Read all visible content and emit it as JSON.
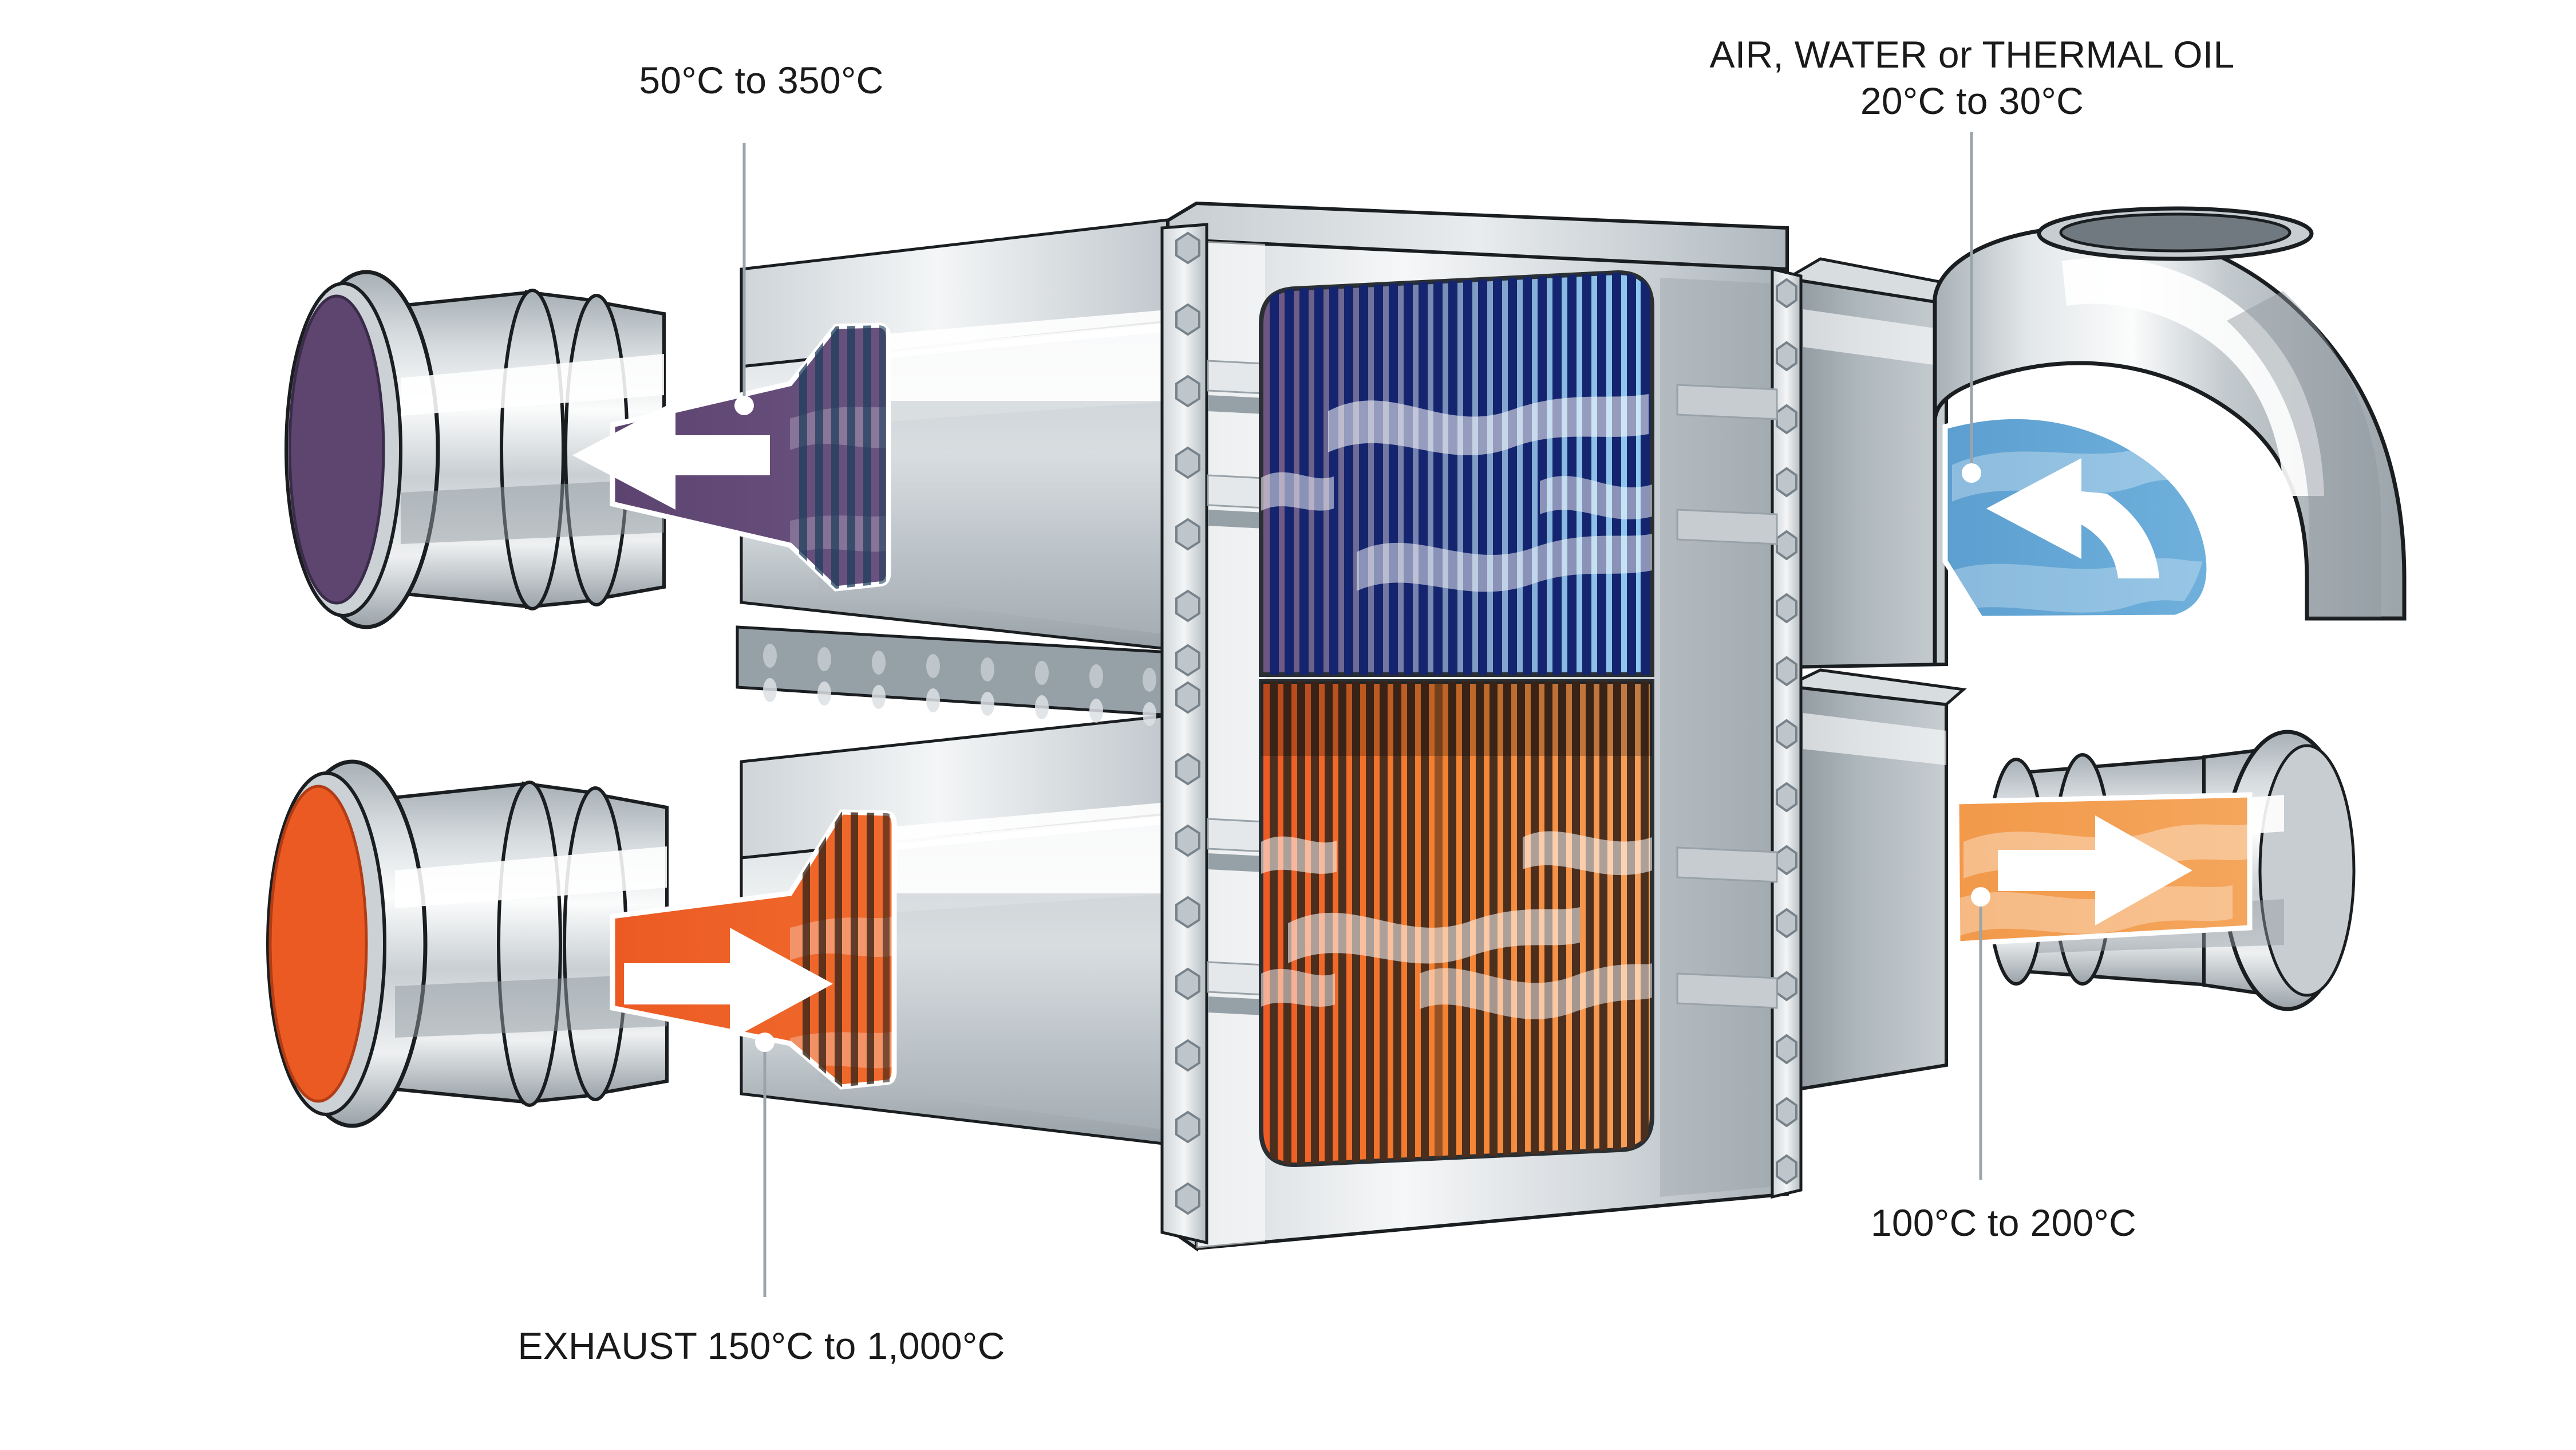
{
  "diagram": {
    "title": "Industrial shell-and-tube / plate heat exchanger cutaway",
    "type": "technical-illustration",
    "background_color": "#ffffff"
  },
  "labels": {
    "hot_gas_outlet": {
      "id": "hot-gas-outlet-label",
      "text": "50°C to 350°C",
      "stream": "treated exhaust leaving",
      "color": "#1a1a1a"
    },
    "coolant_inlet": {
      "id": "coolant-inlet-label",
      "line1": "AIR, WATER or THERMAL OIL",
      "line2": "20°C to 30°C",
      "stream": "cold medium entering",
      "color": "#1a1a1a"
    },
    "coolant_outlet": {
      "id": "coolant-outlet-label",
      "text": "100°C to 200°C",
      "stream": "heated medium leaving",
      "color": "#1a1a1a"
    },
    "exhaust_inlet": {
      "id": "exhaust-inlet-label",
      "text": "EXHAUST 150°C to 1,000°C",
      "stream": "hot exhaust gas entering",
      "color": "#1a1a1a"
    }
  },
  "streams": [
    {
      "name": "hot-gas-outlet",
      "position": "upper-left",
      "color": "#5D4570",
      "arrow_direction": "left",
      "temperature": "50°C to 350°C"
    },
    {
      "name": "exhaust-inlet",
      "position": "lower-left",
      "color": "#EC5A24",
      "arrow_direction": "right",
      "temperature": "150°C to 1,000°C"
    },
    {
      "name": "coolant-inlet",
      "position": "upper-right",
      "color": "#5C9FD0",
      "arrow_direction": "left",
      "temperature": "20°C to 30°C"
    },
    {
      "name": "coolant-outlet",
      "position": "lower-right",
      "color": "#F2994A",
      "arrow_direction": "right",
      "temperature": "100°C to 200°C"
    }
  ],
  "core": {
    "upper_section": {
      "name": "cold-side-tube-bundle",
      "gradient_from": "#6E5580",
      "gradient_to": "#8BC6EC",
      "separator_color": "#14246E",
      "tube_count": 26
    },
    "lower_section": {
      "name": "hot-side-tube-bundle",
      "fill_from": "#EE5A24",
      "fill_to": "#F5933F",
      "separator_color": "#4A2E1E",
      "tube_count": 28
    }
  },
  "housing": {
    "metal_light": "#F2F3F4",
    "metal_mid": "#C3C8CC",
    "metal_dark": "#8E979D",
    "metal_shadow": "#6F797F",
    "outline": "#15191C",
    "left_flange_bolts": 14,
    "right_flange_bolts": 14,
    "divider_rivet_rows": 2
  },
  "icons": {
    "flow_arrow_left": "arrow-left-icon",
    "flow_arrow_right": "arrow-right-icon",
    "flow_arrow_curved": "arrow-curved-left-icon",
    "bolt": "hex-bolt-icon",
    "leader_dot": "leader-dot-icon"
  }
}
